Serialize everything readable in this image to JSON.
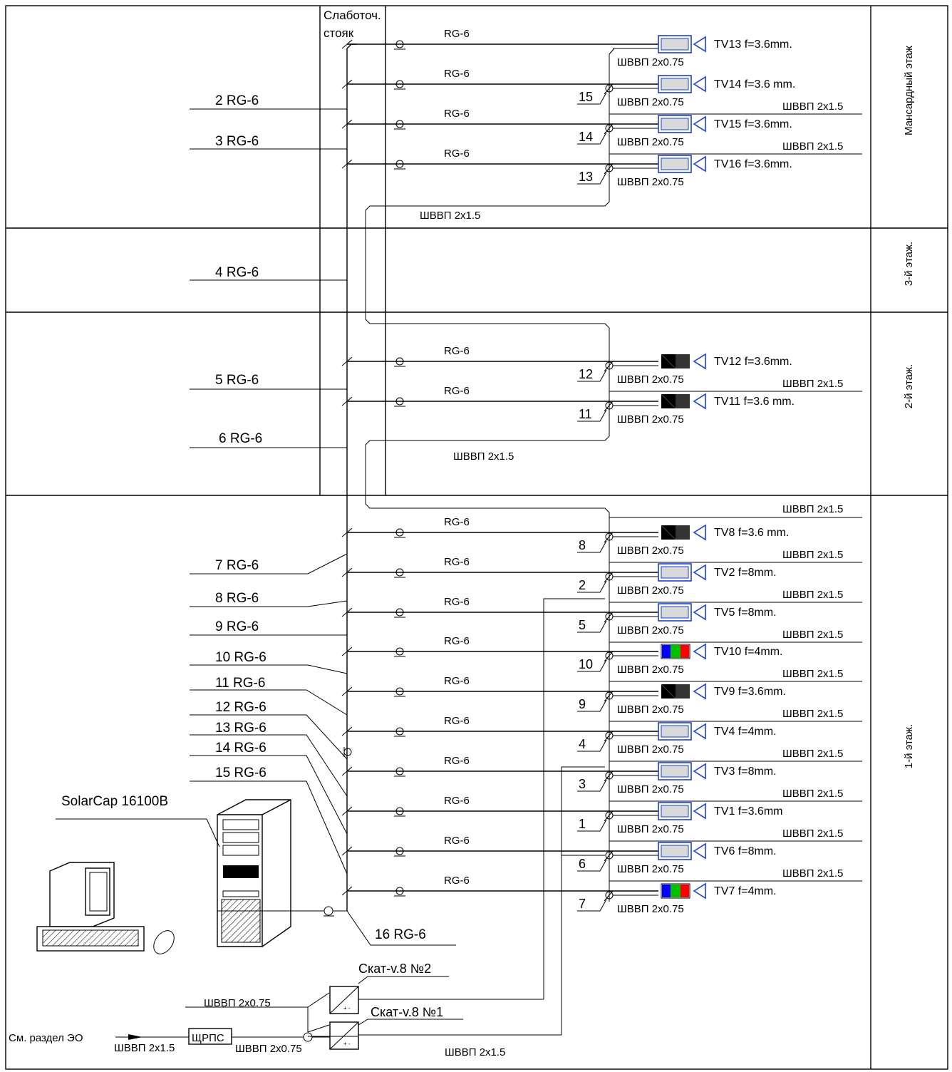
{
  "riser": {
    "title_line1": "Слаботоч.",
    "title_line2": "стояк"
  },
  "floors": [
    {
      "label": "Мансардный этаж"
    },
    {
      "label": "3-й этаж."
    },
    {
      "label": "2-й этаж."
    },
    {
      "label": "1-й этаж."
    }
  ],
  "trunks": [
    "2 RG-6",
    "3 RG-6",
    "4 RG-6",
    "5 RG-6",
    "6 RG-6",
    "7 RG-6",
    "8 RG-6",
    "9 RG-6",
    "10 RG-6",
    "11 RG-6",
    "12 RG-6",
    "13 RG-6",
    "14 RG-6",
    "15 RG-6",
    "16 RG-6"
  ],
  "cable": {
    "coax": "RG-6",
    "power_small": "ШВВП 2x0.75",
    "power_big": "ШВВП 2x1.5"
  },
  "cameras": [
    {
      "name": "TV13 f=3.6mm.",
      "num": "",
      "style": "outline"
    },
    {
      "name": "TV14 f=3.6 mm.",
      "num": "15",
      "style": "outline"
    },
    {
      "name": "TV15  f=3.6mm.",
      "num": "14",
      "style": "outline"
    },
    {
      "name": "TV16  f=3.6mm.",
      "num": "13",
      "style": "outline"
    },
    {
      "name": "TV12  f=3.6mm.",
      "num": "12",
      "style": "dark"
    },
    {
      "name": "TV11 f=3.6 mm.",
      "num": "11",
      "style": "dark"
    },
    {
      "name": "TV8  f=3.6 mm.",
      "num": "8",
      "style": "dark"
    },
    {
      "name": "TV2  f=8mm.",
      "num": "2",
      "style": "outline"
    },
    {
      "name": "TV5 f=8mm.",
      "num": "5",
      "style": "outline"
    },
    {
      "name": "TV10  f=4mm.",
      "num": "10",
      "style": "rgb"
    },
    {
      "name": "TV9   f=3.6mm.",
      "num": "9",
      "style": "dark"
    },
    {
      "name": "TV4  f=4mm.",
      "num": "4",
      "style": "outline"
    },
    {
      "name": "TV3 f=8mm.",
      "num": "3",
      "style": "outline"
    },
    {
      "name": "TV1    f=3.6mm",
      "num": "1",
      "style": "outline"
    },
    {
      "name": "TV6 f=8mm.",
      "num": "6",
      "style": "outline"
    },
    {
      "name": "TV7  f=4mm.",
      "num": "7",
      "style": "rgb"
    }
  ],
  "recorder": {
    "label": "SolarCap 16100B"
  },
  "power": {
    "psu1": "Скат-v.8 №1",
    "psu2": "Скат-v.8 №2",
    "panel": "ЩРПС",
    "source": "См. раздел ЭО"
  },
  "colors": {
    "camera_outline": "#1a3fd6",
    "camera_body": "#d9d9d9",
    "camera_blue": "#0000ff",
    "camera_green": "#00c000",
    "camera_red": "#ff0000"
  }
}
